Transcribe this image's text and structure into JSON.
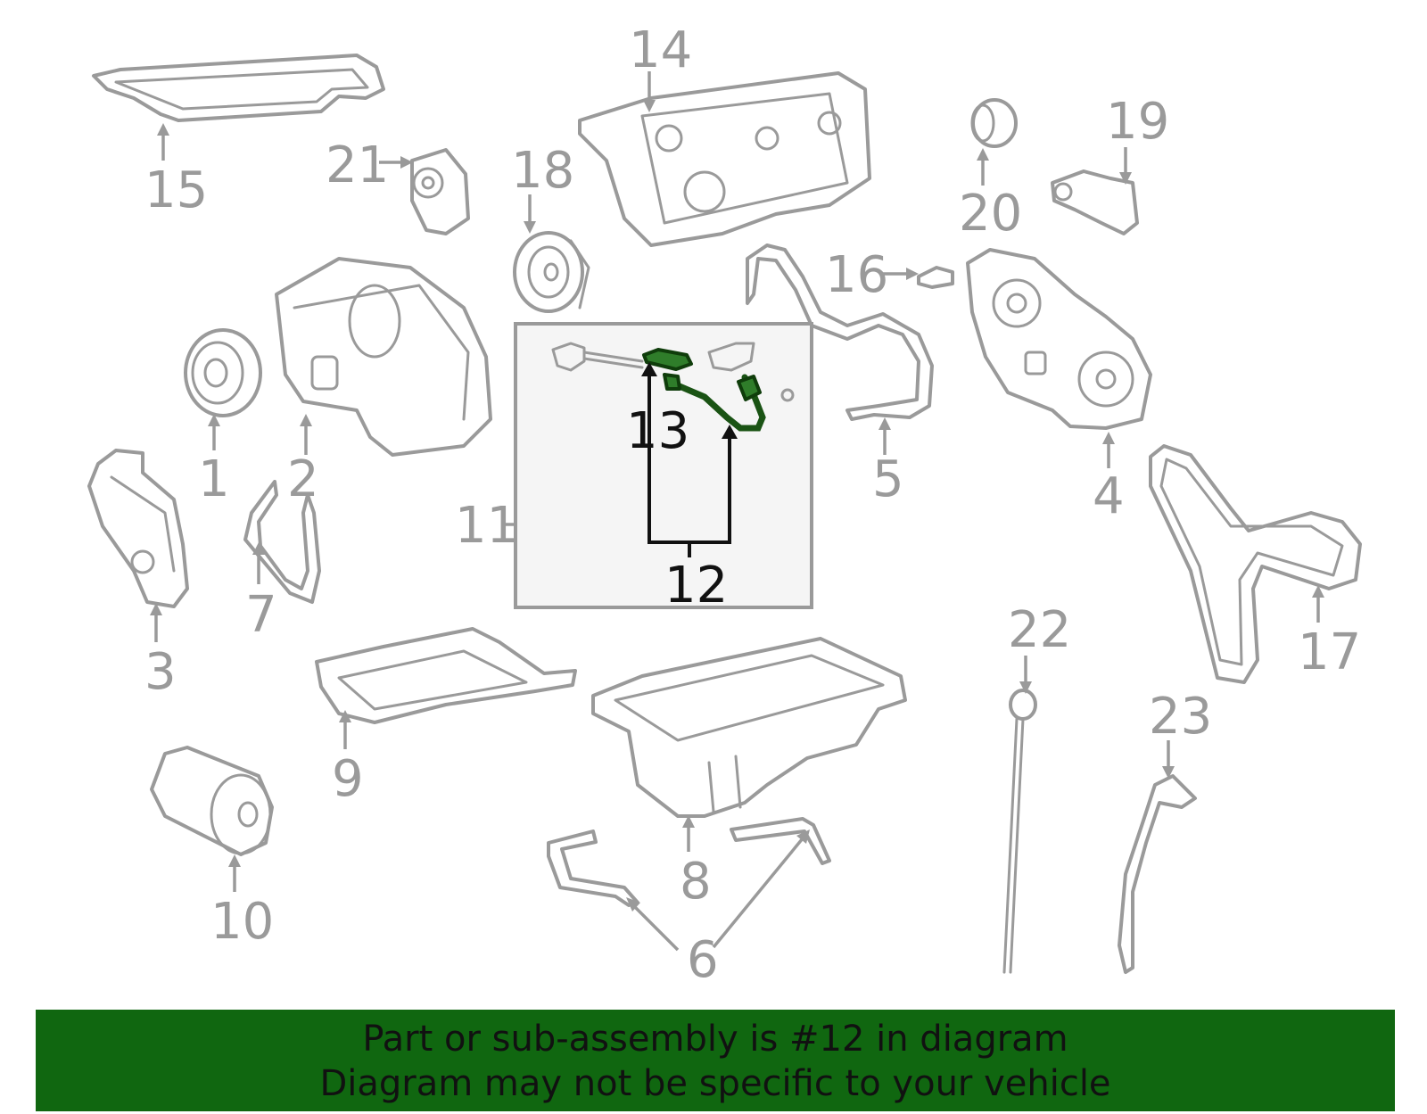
{
  "callouts": {
    "c1": "1",
    "c2": "2",
    "c3": "3",
    "c4": "4",
    "c5": "5",
    "c6": "6",
    "c7": "7",
    "c8": "8",
    "c9": "9",
    "c10": "10",
    "c11": "11",
    "c12": "12",
    "c13": "13",
    "c14": "14",
    "c15": "15",
    "c16": "16",
    "c17": "17",
    "c18": "18",
    "c19": "19",
    "c20": "20",
    "c21": "21",
    "c22": "22",
    "c23": "23"
  },
  "highlight_color": "#2f7d2a",
  "banner": {
    "line1": "Part or sub-assembly is #12 in diagram",
    "line2": "Diagram may not be specific to your vehicle",
    "background": "#106710"
  }
}
